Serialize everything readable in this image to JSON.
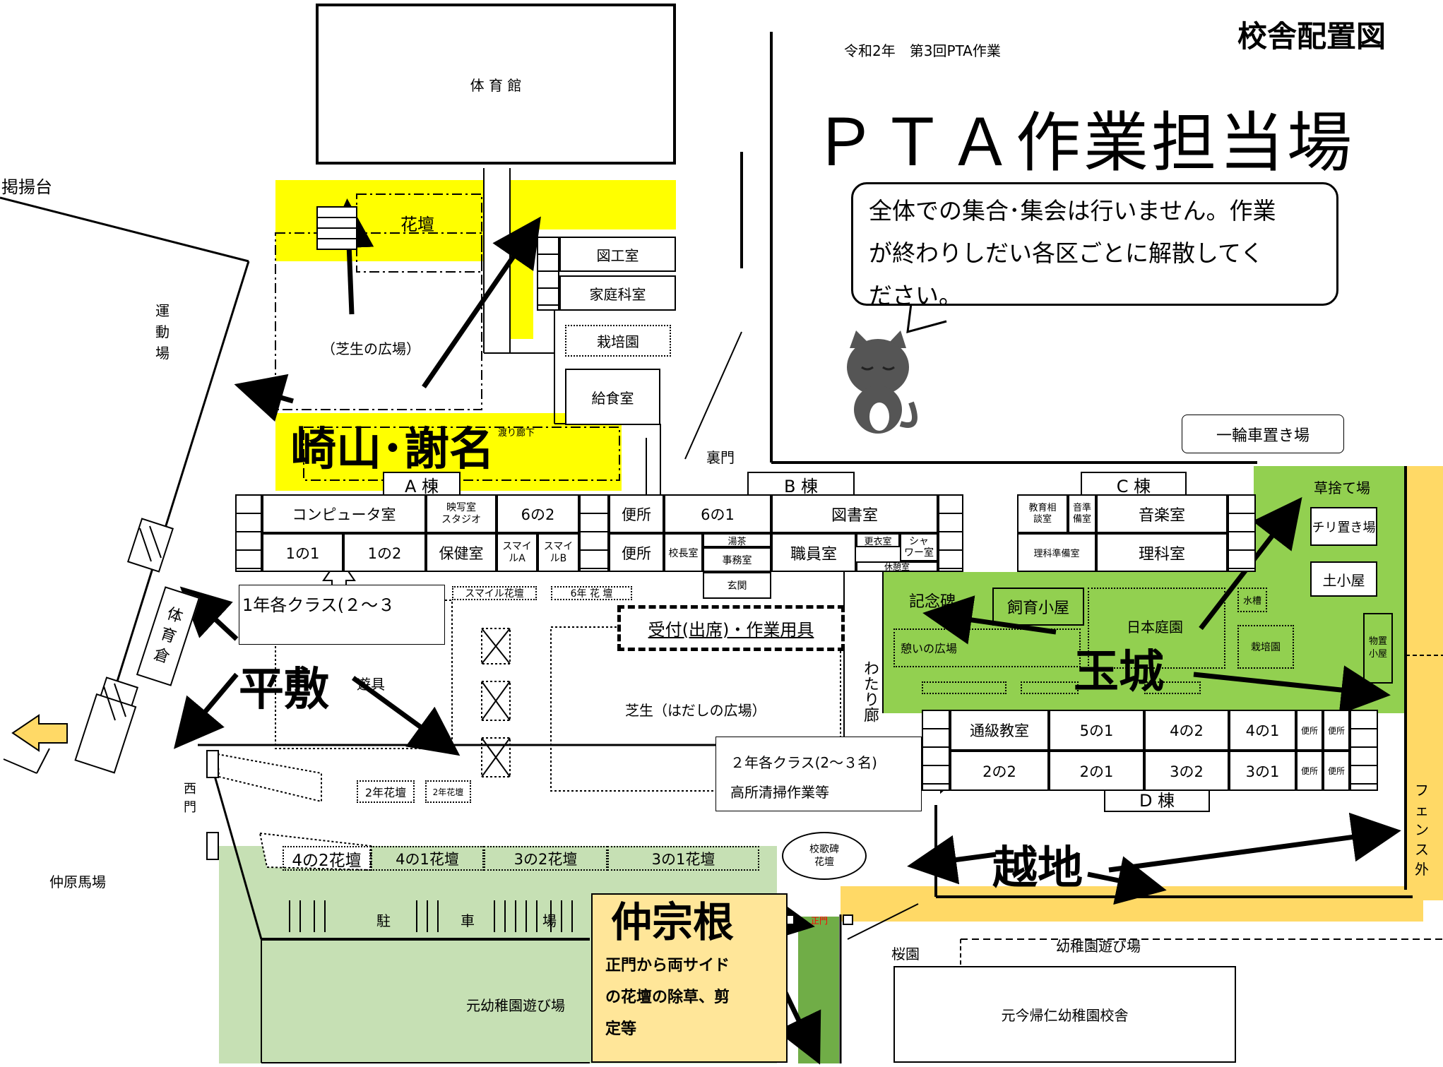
{
  "page_title": "校舎配置図",
  "subtitle": "令和2年　第3回PTA作業",
  "main_heading": "ＰＴＡ作業担当場",
  "notice": {
    "line1": "全体での集合･集会は行いません。作業",
    "line2": "が終わりしだい各区ごとに解散してく",
    "line3": "ださい。"
  },
  "buildings": {
    "gym": "体 育 館",
    "flowerbed": "花壇",
    "lawn_plaza": "（芝生の広場）",
    "zukou": "図工室",
    "katei": "家庭科室",
    "saibai": "栽培園",
    "kyushoku": "給食室",
    "uramon": "裏門",
    "a_wing": "A 棟",
    "b_wing": "B 棟",
    "c_wing": "C 棟",
    "d_wing": "D 棟",
    "computer": "コンピュータ室",
    "eisha": "映写室\nスタジオ",
    "c6_2": "6の2",
    "toilet": "便所",
    "c6_1": "6の1",
    "library": "図書室",
    "c1_1": "1の1",
    "c1_2": "1の2",
    "hoken": "保健室",
    "smile_a": "スマイ\nルA",
    "smile_b": "スマイ\nルB",
    "kocho": "校長室",
    "yucha": "湯茶",
    "jimu": "事務室",
    "genkan": "玄関",
    "shokuin": "職員室",
    "koui": "更衣室",
    "shower": "シャ\nワー室",
    "kyukei": "休憩室",
    "kyoiku_sodan": "教育相\n談室",
    "ongaku_jun": "音準\n備室",
    "ongaku": "音楽室",
    "rika_jun": "理科準備室",
    "rika": "理科室",
    "rod_corridor": "わたり廊",
    "kinenhi": "記念碑",
    "shiiku": "飼育小屋",
    "nihon_teien": "日本庭園",
    "suiso": "水槽",
    "saibai2": "栽培園",
    "monooki": "物置\n小屋",
    "kusa": "草捨て場",
    "chiri": "チリ置き場",
    "tsuchi": "土小屋",
    "ikoi": "憩いの広場",
    "ichirin": "一輪車置き場",
    "tsukyu": "通級教室",
    "c5_1": "5の1",
    "c4_2": "4の2",
    "c4_1": "4の1",
    "c2_2": "2の2",
    "c2_1": "2の1",
    "c3_2": "3の2",
    "c3_1": "3の1",
    "benjo": "便所",
    "shiba": "芝生（はだしの広場）",
    "yugu": "遊具",
    "reception": "受付(出席)・作業用具",
    "smile_kadan": "スマイル花壇",
    "six_kadan": "6年 花 壇",
    "rooka": "渡り廊下",
    "keiyoudai": "掲揚台",
    "undojo": "運\n動\n場",
    "taiikusou": "体\n育\n倉",
    "nishimon": "西\n門",
    "nakahara": "仲原馬場",
    "y2_kadan": "2年花壇",
    "y2_kadan_small": "2年花壇",
    "k4_2": "4の2花壇",
    "k4_1": "4の1花壇",
    "k3_2": "3の2花壇",
    "k3_1": "3の1花壇",
    "kouka": "校歌碑\n花壇",
    "chusha1": "駐",
    "chusha2": "車",
    "chusha3": "場",
    "seimon": "正門",
    "moto_yochien_asobiba": "元幼稚園遊び場",
    "sakura": "桜園",
    "yochien_asobiba": "幼稚園遊び場",
    "moto_yochien": "元今帰仁幼稚園校舎",
    "fence": "フ\nェ\nン\nス\n外"
  },
  "callouts": {
    "grade1": "1年各クラス(２～３",
    "grade2_line1": "２年各クラス(2～３名)",
    "grade2_line2": "高所清掃作業等"
  },
  "zones": {
    "sakiyama": "崎山･謝名",
    "hirashiki": "平敷",
    "tamagusuku": "玉城",
    "koshiji": "越地",
    "nakasone": "仲宗根",
    "nakasone_desc1": "正門から両サイド",
    "nakasone_desc2": "の花壇の除草、剪",
    "nakasone_desc3": "定等"
  },
  "colors": {
    "yellow": "#ffff00",
    "green": "#92d050",
    "light_green": "#c6e0b4",
    "orange": "#ffd966",
    "peach": "#ffe699",
    "arrow_fill": "#ffd966"
  }
}
